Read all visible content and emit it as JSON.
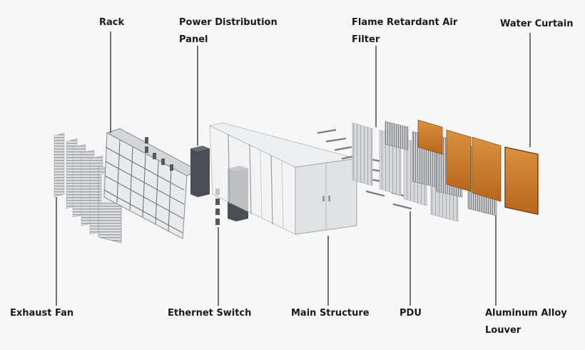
{
  "labels": {
    "rack": "Rack",
    "power_distribution_panel_1": "Power Distribution",
    "power_distribution_panel_2": "Panel",
    "flame_filter_1": "Flame Retardant Air",
    "flame_filter_2": "Filter",
    "water_curtain": "Water Curtain",
    "exhaust_fan": "Exhaust Fan",
    "ethernet_switch": "Ethernet Switch",
    "main_structure": "Main Structure",
    "pdu": "PDU",
    "louver_1": "Aluminum Alloy",
    "louver_2": "Louver"
  },
  "colors": {
    "background": "#f7f7f7",
    "leader_line": "#1a1a1a",
    "text": "#1a1a1a",
    "cabinet_dark": "#4a4d52",
    "water_curtain": "#c77a2a",
    "panel_light": "#e3e4e6"
  }
}
